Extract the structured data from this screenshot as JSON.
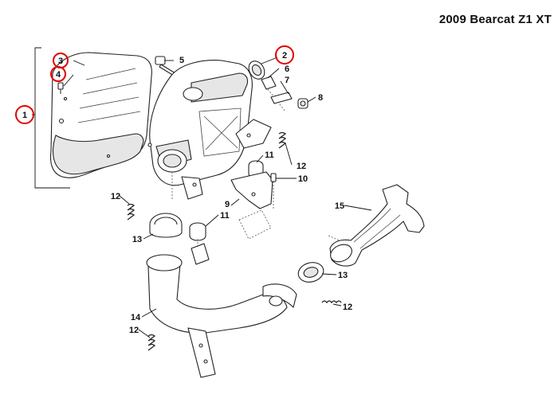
{
  "title": "2009 Bearcat Z1 XT",
  "callouts": {
    "c1": "1",
    "c2": "2",
    "c3": "3",
    "c4": "4",
    "c5": "5",
    "c6": "6",
    "c7": "7",
    "c8": "8",
    "c9": "9",
    "c10": "10",
    "c11a": "11",
    "c11b": "11",
    "c12a": "12",
    "c12b": "12",
    "c12c": "12",
    "c12d": "12",
    "c13a": "13",
    "c13b": "13",
    "c14": "14",
    "c15": "15"
  },
  "highlighted_callouts": [
    "1",
    "2",
    "3",
    "4"
  ],
  "colors": {
    "highlight": "#e10000",
    "line": "#222222",
    "background": "#ffffff"
  }
}
